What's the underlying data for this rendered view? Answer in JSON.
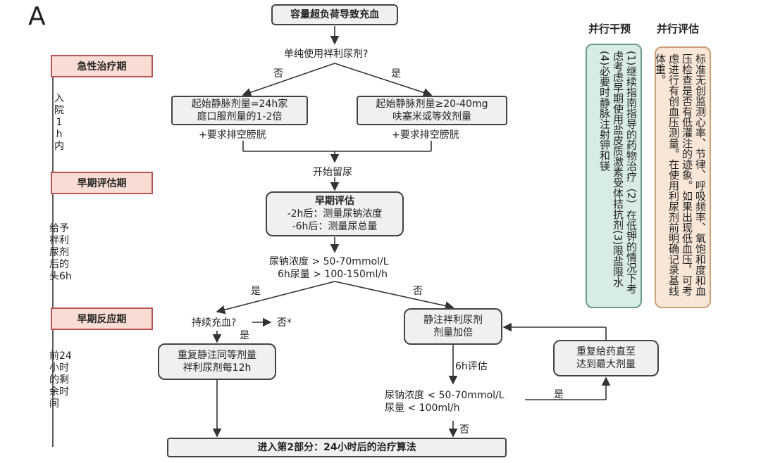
{
  "figure_label": "A",
  "phases": {
    "acute": "急性治疗期",
    "acute_note": "入\n院\n1\nh\n内",
    "early_eval": "早期评估期",
    "early_eval_note": "给予\n袢利\n尿剂\n后的\n头6h",
    "early_resp": "早期反应期",
    "early_resp_note": "前24\n小时\n的剩\n余时\n间"
  },
  "flow": {
    "top_box": "容量超负荷导致充血",
    "q1": "单纯使用袢利尿剂?",
    "no1": "否",
    "yes1": "是",
    "left_box_line1": "起始静脉剂量=24h家",
    "left_box_line2": "庭口服剂量的1-2倍",
    "left_note": "+要求排空膀胱",
    "right_box_line1": "起始静脉剂量≥20-40mg",
    "right_box_line2": "呋塞米或等效剂量",
    "right_note": "+要求排空膀胱",
    "start_urine": "开始留尿",
    "eval_title": "早期评估",
    "eval_line1": "-2h后：测量尿钠浓度",
    "eval_line2": "-6h后：测量尿总量",
    "cond1_line1": "尿钠浓度 > 50-70mmol/L",
    "cond1_line2": "6h尿量 > 100-150ml/h",
    "yes2": "是",
    "no2": "否",
    "persist_q": "持续充血?",
    "persist_no": "否*",
    "persist_yes": "是",
    "repeat_box_line1": "重复静注同等剂量",
    "repeat_box_line2": "袢利尿剂每12h",
    "double_box_line1": "静注袢利尿剂",
    "double_box_line2": "剂量加倍",
    "eval6h": "6h评估",
    "cond2_line1": "尿钠浓度 < 50-70mmol/L",
    "cond2_line2": "尿量 < 100ml/h",
    "yes3": "是",
    "no3": "否",
    "max_box_line1": "重复给药直至",
    "max_box_line2": "达到最大剂量",
    "final_box": "进入第2部分：24小时后的治疗算法"
  },
  "side": {
    "parallel_intervention_title": "并行干预",
    "parallel_eval_title": "并行评估",
    "intervention_text": "(1)继续指南指导的药物治疗（2）在低钾的情况下考虑考虑早期使用盐皮质激素受体拮抗剂(3)限盐限水(4)必要时静脉注射钾和镁",
    "eval_text": "标准无创监测心率、节律、呼吸频率、氧饱和度和血压检查是否有低灌注的迹象。如果出现低血压，可考虑进行有创血压测量。在使用利尿剂前明确记录基线体重。"
  },
  "colors": {
    "phase_fill": "#f9dcd3",
    "intervention_fill": "#d8ece6",
    "eval_fill": "#f8e6d6"
  }
}
